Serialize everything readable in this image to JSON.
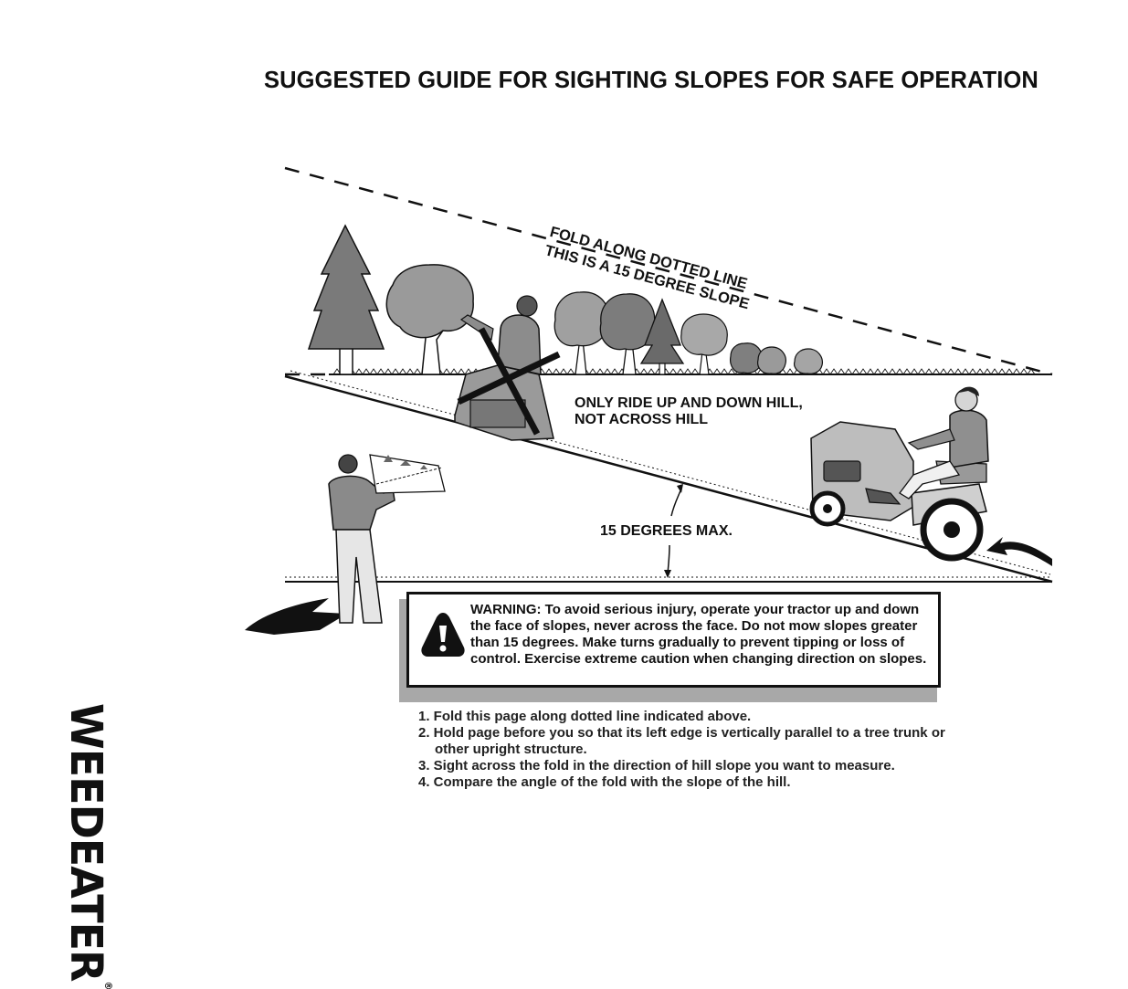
{
  "header": {
    "title": "SUGGESTED GUIDE FOR SIGHTING SLOPES FOR SAFE OPERATION"
  },
  "brand": {
    "name": "WEEDEATER",
    "registered_mark": "®"
  },
  "diagram": {
    "fold_label_line1": "FOLD ALONG DOTTED LINE",
    "fold_label_line2": "THIS IS A 15 DEGREE SLOPE",
    "ride_note_line1": "ONLY RIDE UP AND DOWN HILL,",
    "ride_note_line2": "NOT ACROSS HILL",
    "angle_label": "15 DEGREES MAX."
  },
  "warning": {
    "icon": "warning-triangle-icon",
    "text": "WARNING: To avoid serious injury, operate your tractor up and down the face of slopes, never across the face. Do not mow slopes greater than 15 degrees. Make turns gradually to prevent tipping or loss of control. Exercise extreme caution when changing direction on slopes."
  },
  "instructions": [
    "1. Fold this page along dotted line indicated above.",
    "2. Hold page before you so that its left edge is vertically parallel to a tree trunk or other upright structure.",
    "3. Sight across the fold in the direction of hill slope you want to measure.",
    "4. Compare the angle of the fold with the slope of the hill."
  ],
  "colors": {
    "ink": "#111111",
    "tree_dark": "#6f6f6f",
    "tree_light": "#9a9a9a",
    "warning_shadow": "#a8a8a8"
  }
}
